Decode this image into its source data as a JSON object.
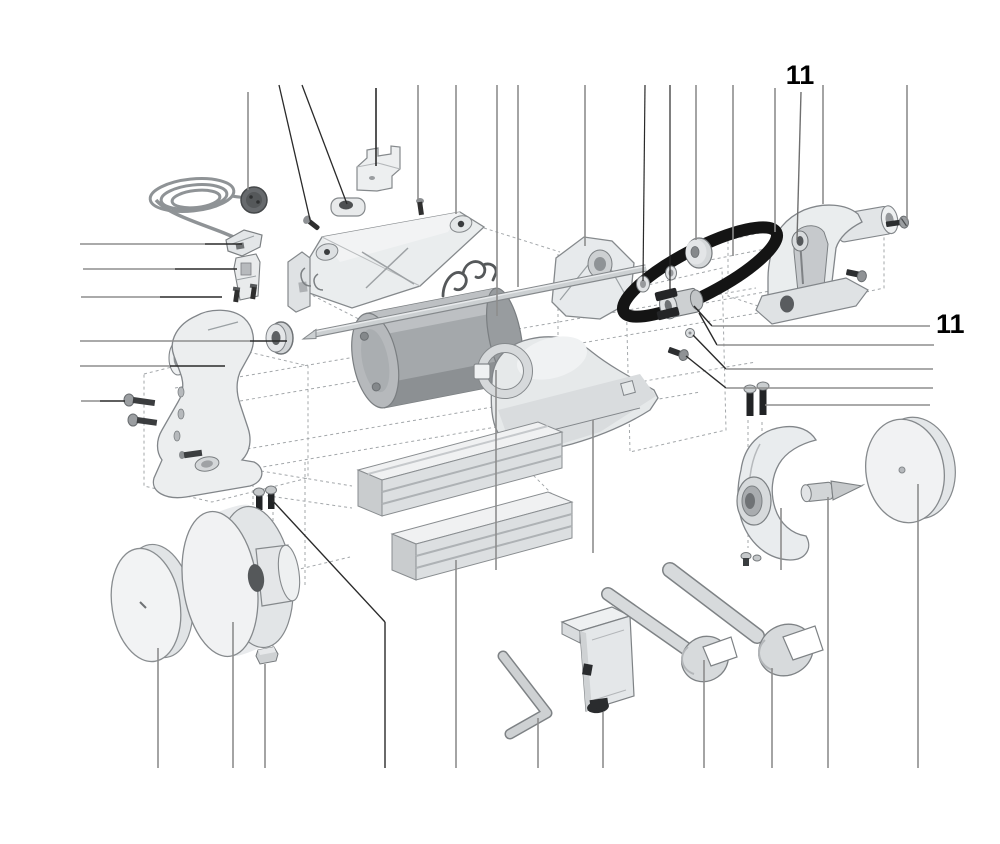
{
  "diagram": {
    "type": "exploded-parts-diagram",
    "subject": "bench grinder / polisher exploded view",
    "background_color": "#ffffff",
    "callouts": [
      {
        "id": "callout-top",
        "label": "11",
        "points_to": "spindle-bearing-and-belt"
      },
      {
        "id": "callout-right",
        "label": "11",
        "points_to": "shaft-pulley"
      }
    ],
    "palette": {
      "part_fill": "#eceeef",
      "part_shadow": "#d8dbdd",
      "outline": "#85898c",
      "leader_gray": "#8d8d8d",
      "leader_dark": "#2a2a2a",
      "belt_black": "#141414",
      "motor_gray": "#a4a8ab",
      "dashed_guide": "#a3a7aa"
    },
    "parts": [
      "power-plug-with-cord",
      "switch-bracket",
      "switch-slider",
      "contact-pins",
      "cover-bracket",
      "cap-nut",
      "fastening-screws",
      "top-cover",
      "bearing-plate",
      "motor",
      "drive-shaft",
      "retaining-spring",
      "left-stand",
      "shaft-washer",
      "stand-screws",
      "motor-housing",
      "motor-clamp",
      "right-stand",
      "drive-belt",
      "motor-pulley",
      "shaft-pulley",
      "spacer-sleeves",
      "washers",
      "grinding-wheel",
      "felt-polishing-wheel",
      "wheel-nut",
      "wheel-screws",
      "base-rails",
      "hex-key",
      "bench-clamp",
      "open-end-wrench-small",
      "open-end-wrench-large",
      "wheel-guard",
      "taper-spindle",
      "polishing-disc",
      "guard-screws"
    ]
  }
}
